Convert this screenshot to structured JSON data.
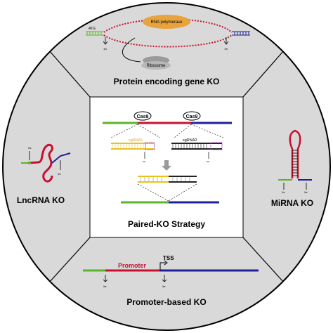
{
  "sections": {
    "protein": {
      "title": "Protein encoding gene KO",
      "rna_polymerase": "RNA polymerase",
      "ribosome": "Ribosome",
      "atg": "ATG"
    },
    "lncrna": {
      "title": "LncRNA KO"
    },
    "mirna": {
      "title": "MiRNA KO"
    },
    "promoter": {
      "title": "Promoter-based KO",
      "promoter_label": "Promoter",
      "tss_label": "TSS"
    },
    "paired": {
      "title": "Paired-KO Strategy",
      "cas9_left": "Cas9",
      "cas9_right": "Cas9",
      "sgrna1": "sgRNA1",
      "sgrna2": "sgRNA2"
    }
  },
  "colors": {
    "ring_fill": "#d9d9d9",
    "green": "#5bb52a",
    "red": "#c8102e",
    "blue": "#1f1f9e",
    "orange": "#e8a33c",
    "purple": "#a233c9",
    "yellow": "#e8c21f"
  }
}
